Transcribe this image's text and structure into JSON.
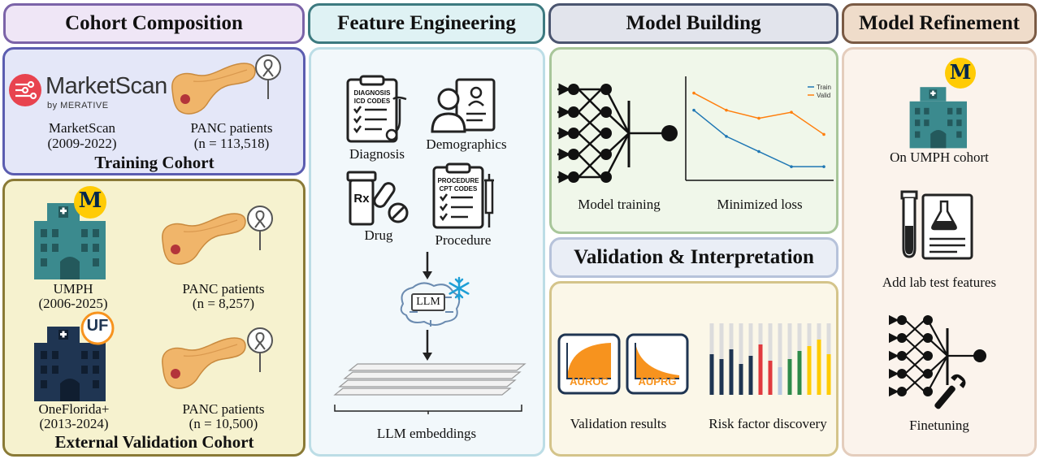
{
  "headers": {
    "cohort": "Cohort Composition",
    "feature": "Feature Engineering",
    "model": "Model Building",
    "refine": "Model Refinement",
    "validation": "Validation & Interpretation"
  },
  "cohort": {
    "marketscan_logo": "MarketScan",
    "marketscan_byline": "by MERATIVE",
    "marketscan_label": "MarketScan",
    "marketscan_years": "(2009-2022)",
    "train_panc_label": "PANC patients",
    "train_panc_n": "(n = 113,518)",
    "training_title": "Training Cohort",
    "umph_label": "UMPH",
    "umph_years": "(2006-2025)",
    "umph_panc_label": "PANC patients",
    "umph_panc_n": "(n = 8,257)",
    "of_label": "OneFlorida+",
    "of_years": "(2013-2024)",
    "of_panc_label": "PANC patients",
    "of_panc_n": "(n = 10,500)",
    "external_title": "External Validation Cohort",
    "um_badge": "M",
    "uf_badge": "UF"
  },
  "feature": {
    "diagnosis": "Diagnosis",
    "diag_icon_l1": "DIAGNOSIS",
    "diag_icon_l2": "ICD CODES",
    "demographics": "Demographics",
    "drug": "Drug",
    "rx": "Rx",
    "procedure": "Procedure",
    "proc_icon_l1": "PROCEDURE",
    "proc_icon_l2": "CPT CODES",
    "llm": "LLM",
    "embeddings": "LLM embeddings"
  },
  "model": {
    "training_label": "Model training",
    "loss_label": "Minimized loss",
    "legend_train": "Train",
    "legend_valid": "Valid"
  },
  "chart_data": {
    "type": "line",
    "x": [
      1,
      2,
      3,
      4,
      5
    ],
    "series": [
      {
        "name": "Train",
        "values": [
          0.68,
          0.42,
          0.27,
          0.12,
          0.12
        ]
      },
      {
        "name": "Valid",
        "values": [
          0.85,
          0.68,
          0.6,
          0.66,
          0.44
        ]
      }
    ],
    "title": "",
    "xlabel": "",
    "ylabel": "",
    "ylim": [
      0,
      1
    ],
    "legend": "top-right",
    "colors": {
      "Train": "#1f77b4",
      "Valid": "#ff7f0e"
    }
  },
  "validation": {
    "auroc": "AUROC",
    "auprg": "AUPRG",
    "results_label": "Validation results",
    "risk_label": "Risk factor discovery"
  },
  "refine": {
    "umph_label": "On UMPH cohort",
    "lab_label": "Add lab test features",
    "finetune_label": "Finetuning",
    "um_badge": "M"
  },
  "colors": {
    "purple": "#7b63a8",
    "teal": "#3d7a80",
    "slate": "#4b5570",
    "brown": "#7a5a44",
    "green": "#a8c69a",
    "tan": "#d4c48a",
    "olive": "#8a7a36",
    "hospital": "#3b8a8e",
    "uf_blue": "#1f3552",
    "orange": "#f7931e",
    "pancreas": "#f0b56a",
    "maize": "#ffcb05"
  }
}
